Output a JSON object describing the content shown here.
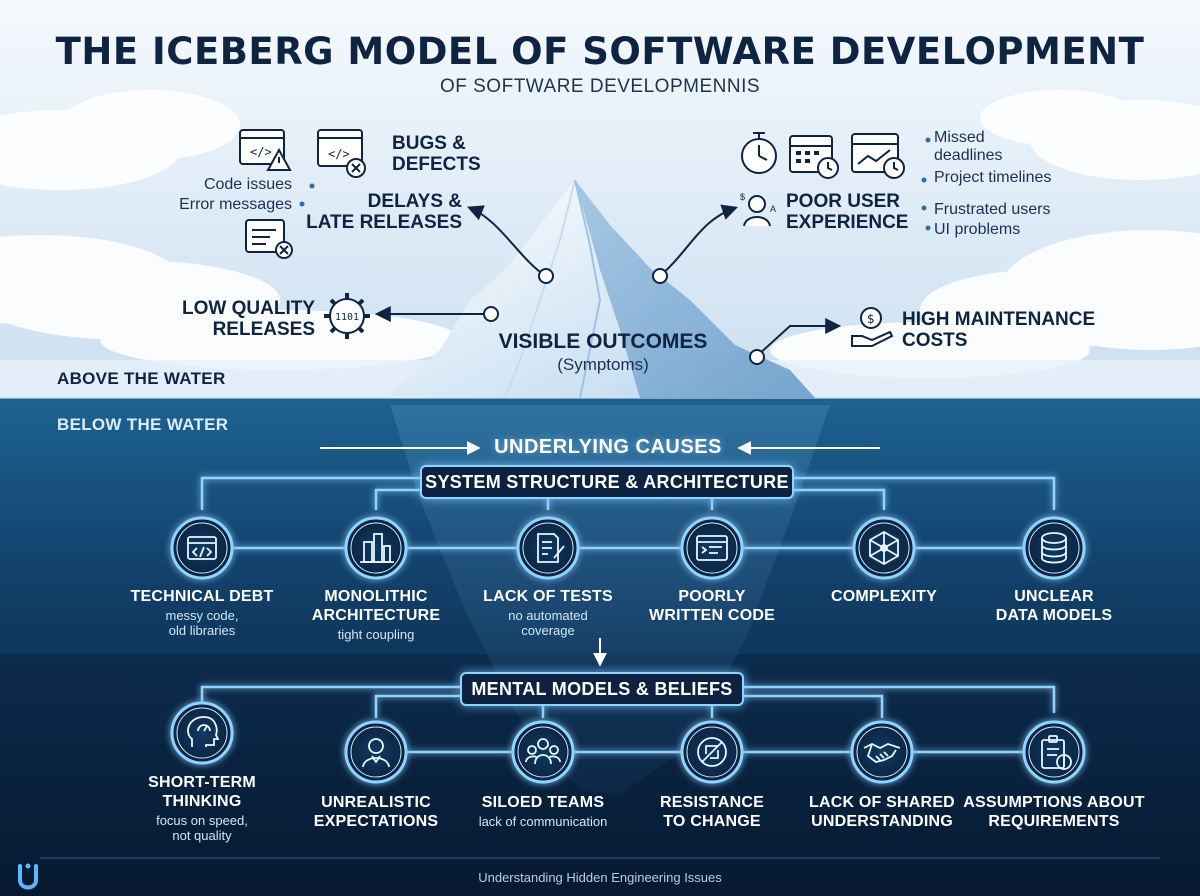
{
  "title": "THE ICEBERG MODEL OF SOFTWARE DEVELOPMENT",
  "subtitle": "OF SOFTWARE DEVELOPMENNIS",
  "above": {
    "zone_label": "ABOVE THE WATER",
    "center_title": "VISIBLE OUTCOMES",
    "center_sub": "(Symptoms)",
    "bugs": "BUGS &\nDEFECTS",
    "delays": "DELAYS &\nLATE RELEASES",
    "left_notes": [
      "Code issues",
      "Error messages"
    ],
    "low_quality": "LOW QUALITY\nRELEASES",
    "gear_text": "1101",
    "right_notes_top": "Missed\ndeadlines",
    "right_notes_mid": "Project timelines",
    "poor_ux": "POOR USER\nEXPERIENCE",
    "right_notes_bottom": [
      "Frustrated users",
      "UI problems"
    ],
    "high_maint": "HIGH MAINTENANCE\nCOSTS"
  },
  "below": {
    "zone_label": "BELOW THE WATER",
    "causes_label": "UNDERLYING CAUSES",
    "structure_label": "SYSTEM STRUCTURE & ARCHITECTURE",
    "mental_label": "MENTAL MODELS & BELIEFS",
    "structure_items": [
      {
        "head": "TECHNICAL DEBT",
        "sub": "messy code,\nold libraries",
        "icon": "code-window-icon"
      },
      {
        "head": "MONOLITHIC\nARCHITECTURE",
        "sub": "tight coupling",
        "icon": "building-icon"
      },
      {
        "head": "LACK OF TESTS",
        "sub": "no automated\ncoverage",
        "icon": "document-pen-icon"
      },
      {
        "head": "POORLY\nWRITTEN CODE",
        "sub": "",
        "icon": "terminal-icon"
      },
      {
        "head": "COMPLEXITY",
        "sub": "",
        "icon": "network-icon"
      },
      {
        "head": "UNCLEAR\nDATA MODELS",
        "sub": "",
        "icon": "database-icon"
      }
    ],
    "mental_items": [
      {
        "head": "SHORT-TERM\nTHINKING",
        "sub": "focus on speed,\nnot quality",
        "icon": "head-gauge-icon"
      },
      {
        "head": "UNREALISTIC\nEXPECTATIONS",
        "sub": "",
        "icon": "person-icon"
      },
      {
        "head": "SILOED TEAMS",
        "sub": "lack of communication",
        "icon": "team-icon"
      },
      {
        "head": "RESISTANCE\nTO CHANGE",
        "sub": "",
        "icon": "no-change-icon"
      },
      {
        "head": "LACK OF SHARED\nUNDERSTANDING",
        "sub": "",
        "icon": "handshake-icon"
      },
      {
        "head": "ASSUMPTIONS ABOUT\nREQUIREMENTS",
        "sub": "",
        "icon": "clipboard-alert-icon"
      }
    ]
  },
  "footer": "Understanding Hidden Engineering Issues",
  "colors": {
    "sky_top": "#f3f8fd",
    "sky_bottom": "#cfe2f3",
    "water_top": "#1c5f8e",
    "water_bottom": "#091b33",
    "glow": "#7fd0ff",
    "dark_text": "#0e2440"
  }
}
